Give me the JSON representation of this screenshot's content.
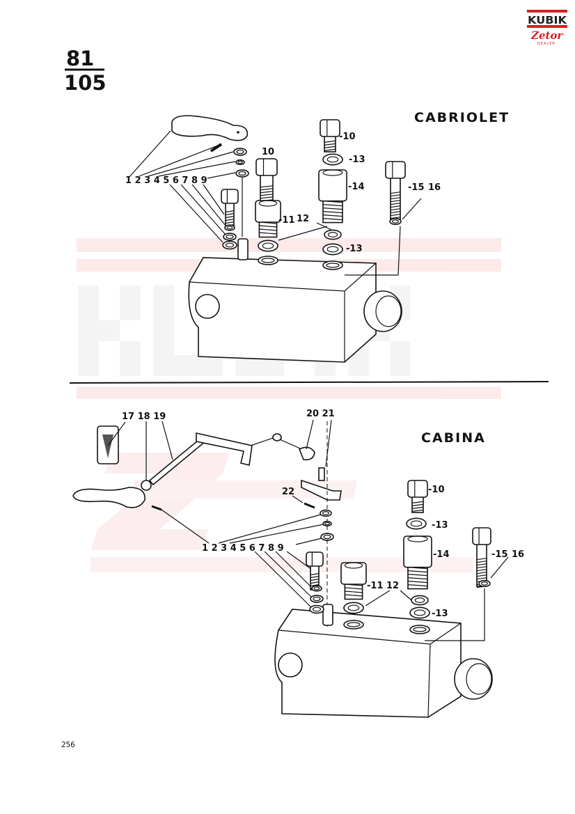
{
  "header": {
    "ref_top": "81",
    "ref_bottom": "105"
  },
  "logo": {
    "brand": "KUBIK",
    "sub": "Zetor",
    "tag": "DEALER"
  },
  "sections": [
    {
      "title": "CABRIOLET",
      "callouts": {
        "row_1_9": "1 2 3 4 5 6 7 8 9",
        "c10a": "10",
        "c10b": "-10",
        "c13a": "-13",
        "c14": "-14",
        "c15": "-15",
        "c16": "16",
        "c11": "-11",
        "c12": "12",
        "c13b": "-13"
      }
    },
    {
      "title": "CABINA",
      "callouts": {
        "row_17_19": "17 18 19",
        "row_20_21": "20 21",
        "c22": "22",
        "row_1_9": "1 2 3 4 5 6 7 8 9",
        "c10": "-10",
        "c13a": "-13",
        "c14": "-14",
        "c15": "-15",
        "c16": "16",
        "c11": "-11",
        "c12": "12",
        "c13b": "-13"
      }
    }
  ],
  "page_number": "256"
}
